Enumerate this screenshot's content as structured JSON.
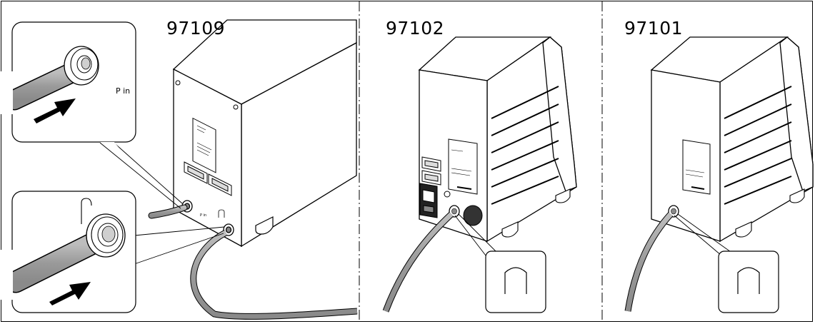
{
  "panels": [
    {
      "model": "97109",
      "callout_label": "P in"
    },
    {
      "model": "97102"
    },
    {
      "model": "97101"
    }
  ]
}
